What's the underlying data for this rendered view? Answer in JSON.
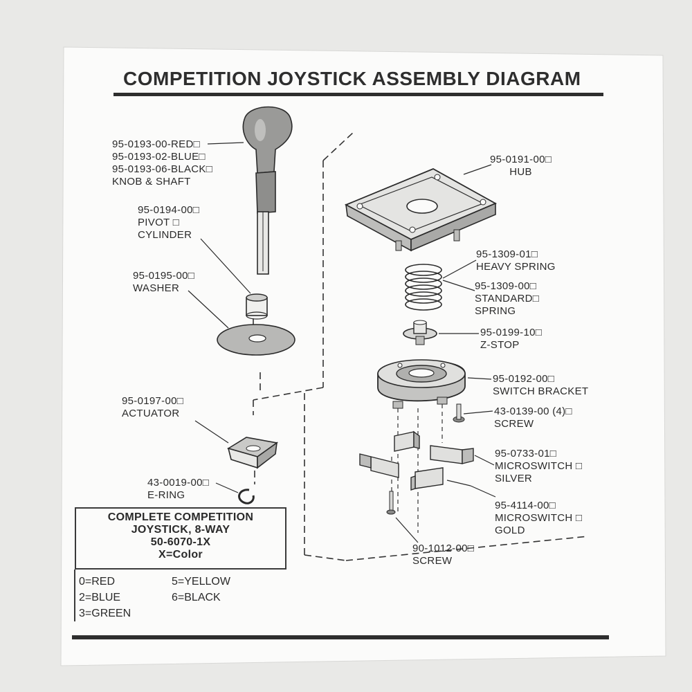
{
  "title": "COMPETITION JOYSTICK ASSEMBLY DIAGRAM",
  "parts": {
    "knob": [
      "95-0193-00-RED□",
      "95-0193-02-BLUE□",
      "95-0193-06-BLACK□",
      "KNOB & SHAFT"
    ],
    "pivot": [
      "95-0194-00□",
      "PIVOT □",
      "CYLINDER"
    ],
    "washer": [
      "95-0195-00□",
      "WASHER"
    ],
    "actuator": [
      "95-0197-00□",
      "ACTUATOR"
    ],
    "ering": [
      "43-0019-00□",
      "E-RING"
    ],
    "hub": [
      "95-0191-00□",
      "HUB"
    ],
    "heavy_spring": [
      "95-1309-01□",
      "HEAVY SPRING"
    ],
    "standard_spring": [
      "95-1309-00□",
      "STANDARD□",
      "SPRING"
    ],
    "zstop": [
      "95-0199-10□",
      "Z-STOP"
    ],
    "switch_bracket": [
      "95-0192-00□",
      "SWITCH BRACKET"
    ],
    "screw_4": [
      "43-0139-00 (4)□",
      "SCREW"
    ],
    "micro_silver": [
      "95-0733-01□",
      "MICROSWITCH □",
      "SILVER"
    ],
    "micro_gold": [
      "95-4114-00□",
      "MICROSWITCH □",
      "GOLD"
    ],
    "screw_small": [
      "90-1012-00□",
      "SCREW"
    ]
  },
  "legend": {
    "heading": [
      "COMPLETE COMPETITION",
      "JOYSTICK, 8-WAY",
      "50-6070-1X",
      "X=Color"
    ],
    "colors_left": [
      "0=RED",
      "2=BLUE",
      "3=GREEN"
    ],
    "colors_right": [
      "5=YELLOW",
      "6=BLACK"
    ]
  }
}
